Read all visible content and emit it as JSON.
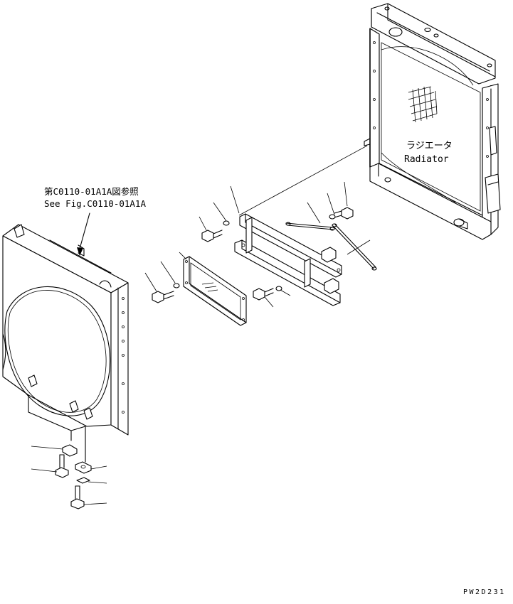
{
  "labels": {
    "radiator_jp": "ラジエータ",
    "radiator_en": "Radiator",
    "ref_jp": "第C0110-01A1A図参照",
    "ref_en": "See Fig.C0110-01A1A",
    "drawing_code": "PW2D231"
  },
  "icons": {
    "hatch": "cross-hatch-symbol"
  }
}
